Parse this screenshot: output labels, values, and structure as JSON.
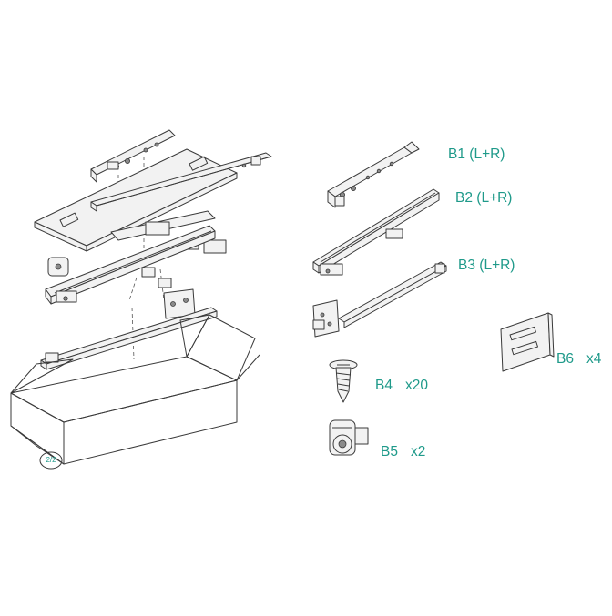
{
  "parts": [
    {
      "code": "B1",
      "qty": "(L+R)"
    },
    {
      "code": "B2",
      "qty": "(L+R)"
    },
    {
      "code": "B3",
      "qty": "(L+R)"
    },
    {
      "code": "B4",
      "qty": "x20"
    },
    {
      "code": "B5",
      "qty": "x2"
    },
    {
      "code": "B6",
      "qty": "x4"
    }
  ],
  "box_number": "2/2",
  "colors": {
    "accent": "#1f9a8a",
    "line": "#3a3a3a",
    "fill": "#f2f2f2"
  }
}
